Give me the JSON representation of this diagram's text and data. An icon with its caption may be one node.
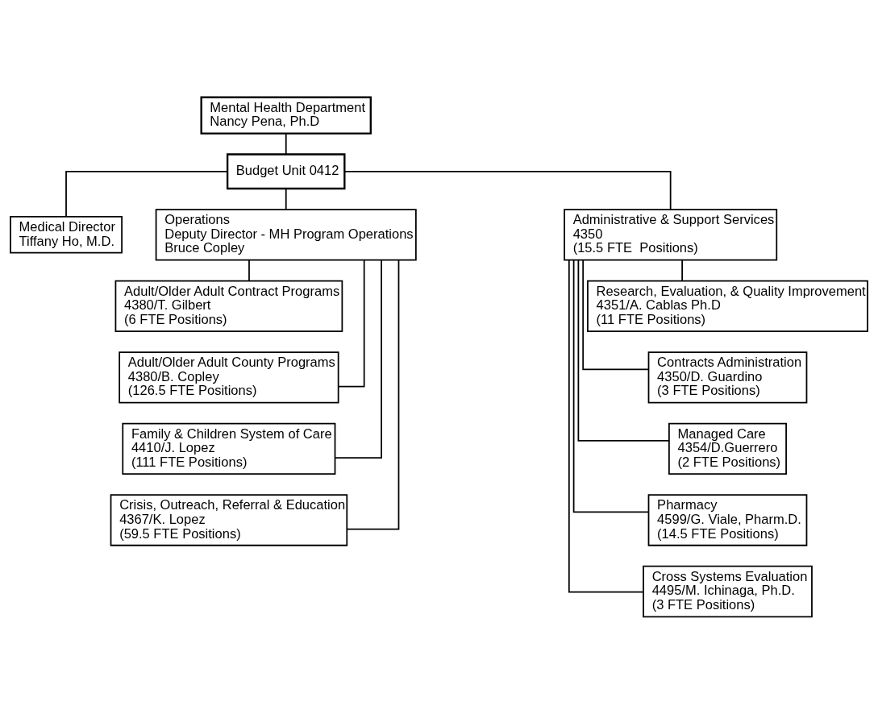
{
  "diagram": {
    "nodes": [
      {
        "text": [
          "Mental Health Department",
          "Nancy Pena, Ph.D"
        ]
      },
      {
        "text": [
          "Budget Unit 0412"
        ]
      },
      {
        "text": [
          "Medical Director",
          "Tiffany Ho, M.D."
        ]
      },
      {
        "text": [
          "Operations",
          "Deputy Director - MH Program Operations",
          "Bruce Copley"
        ]
      },
      {
        "text": [
          "Administrative & Support Services",
          "4350",
          "(15.5 FTE  Positions)"
        ]
      },
      {
        "text": [
          "Adult/Older Adult Contract Programs",
          "4380/T. Gilbert",
          "(6 FTE Positions)"
        ]
      },
      {
        "text": [
          "Adult/Older Adult County Programs",
          "4380/B. Copley",
          "(126.5 FTE Positions)"
        ]
      },
      {
        "text": [
          "Family & Children System of Care",
          "4410/J. Lopez",
          "(111 FTE Positions)"
        ]
      },
      {
        "text": [
          "Crisis, Outreach, Referral & Education",
          "4367/K. Lopez",
          "(59.5 FTE Positions)"
        ]
      },
      {
        "text": [
          "Research, Evaluation, & Quality Improvement",
          "4351/A. Cablas Ph.D",
          "(11 FTE Positions)"
        ]
      },
      {
        "text": [
          "Contracts Administration",
          "4350/D. Guardino",
          "(3 FTE Positions)"
        ]
      },
      {
        "text": [
          "Managed Care",
          "4354/D.Guerrero",
          "(2 FTE Positions)"
        ]
      },
      {
        "text": [
          "Pharmacy",
          "4599/G. Viale, Pharm.D.",
          "(14.5 FTE Positions)"
        ]
      },
      {
        "text": [
          "Cross Systems Evaluation",
          "4495/M. Ichinaga, Ph.D.",
          "(3 FTE Positions)"
        ]
      }
    ],
    "edges": [
      {
        "from": 0,
        "to": 1,
        "arrow": "none"
      },
      {
        "from": 1,
        "to": 2,
        "arrow": "none"
      },
      {
        "from": 1,
        "to": 3,
        "arrow": "none"
      },
      {
        "from": 1,
        "to": 4,
        "arrow": "none"
      },
      {
        "from": 3,
        "to": 5,
        "arrow": "none"
      },
      {
        "from": 3,
        "to": 6,
        "arrow": "none"
      },
      {
        "from": 3,
        "to": 7,
        "arrow": "none"
      },
      {
        "from": 3,
        "to": 8,
        "arrow": "none"
      },
      {
        "from": 4,
        "to": 9,
        "arrow": "none"
      },
      {
        "from": 4,
        "to": 10,
        "arrow": "none"
      },
      {
        "from": 4,
        "to": 11,
        "arrow": "none"
      },
      {
        "from": 4,
        "to": 12,
        "arrow": "none"
      },
      {
        "from": 4,
        "to": 13,
        "arrow": "none"
      }
    ]
  }
}
